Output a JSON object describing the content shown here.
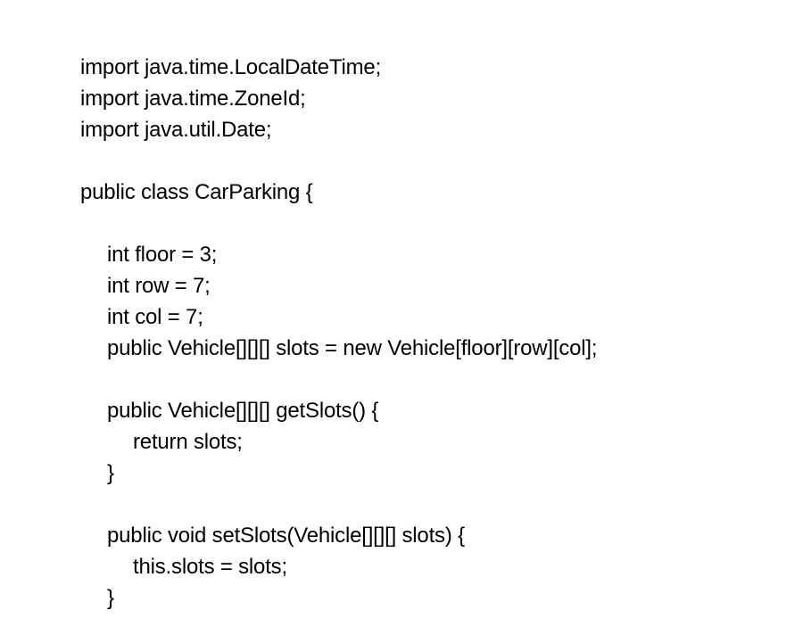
{
  "document": {
    "lines": [
      {
        "text": "import java.time.LocalDateTime;",
        "indent": 0
      },
      {
        "text": "import java.time.ZoneId;",
        "indent": 0
      },
      {
        "text": "import java.util.Date;",
        "indent": 0
      },
      {
        "text": "",
        "indent": 0
      },
      {
        "text": "public class CarParking {",
        "indent": 0
      },
      {
        "text": "",
        "indent": 0
      },
      {
        "text": "int floor = 3;",
        "indent": 1
      },
      {
        "text": "int row = 7;",
        "indent": 1
      },
      {
        "text": "int col = 7;",
        "indent": 1
      },
      {
        "text": "public Vehicle[][][] slots = new Vehicle[floor][row][col];",
        "indent": 1
      },
      {
        "text": "",
        "indent": 0
      },
      {
        "text": "public Vehicle[][][] getSlots() {",
        "indent": 1
      },
      {
        "text": "return slots;",
        "indent": 2
      },
      {
        "text": "}",
        "indent": 1
      },
      {
        "text": "",
        "indent": 0
      },
      {
        "text": "public void setSlots(Vehicle[][][] slots) {",
        "indent": 1
      },
      {
        "text": "this.slots = slots;",
        "indent": 2
      },
      {
        "text": "}",
        "indent": 1
      }
    ]
  }
}
